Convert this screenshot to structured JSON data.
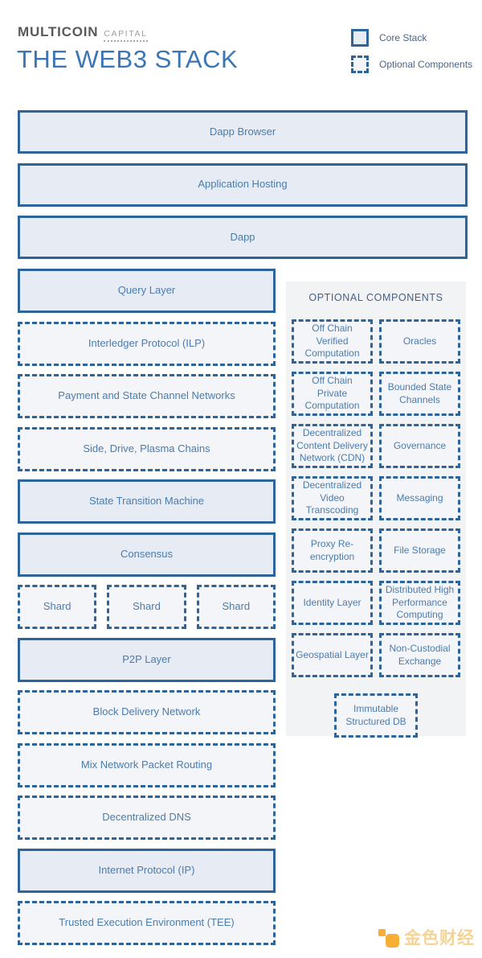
{
  "header": {
    "brand": "MULTICOIN",
    "brand_suffix": "CAPITAL",
    "title": "THE WEB3 STACK",
    "legend": {
      "core": "Core Stack",
      "optional": "Optional Components"
    }
  },
  "colors": {
    "border_blue": "#2d6499",
    "solid_fill": "#e6ebf4",
    "dashed_fill": "#f4f5f8",
    "panel_bg": "#f2f3f4",
    "box_text": "#4b7cae",
    "title_blue": "#3a76b5",
    "watermark_orange": "#f7a823"
  },
  "stack": {
    "top": [
      {
        "label": "Dapp Browser",
        "style": "solid"
      },
      {
        "label": "Application Hosting",
        "style": "solid"
      },
      {
        "label": "Dapp",
        "style": "solid"
      }
    ],
    "left": [
      {
        "label": "Query Layer",
        "style": "solid"
      },
      {
        "label": "Interledger Protocol (ILP)",
        "style": "dashed"
      },
      {
        "label": "Payment and State Channel Networks",
        "style": "dashed"
      },
      {
        "label": "Side, Drive, Plasma Chains",
        "style": "dashed"
      },
      {
        "label": "State Transition Machine",
        "style": "solid"
      },
      {
        "label": "Consensus",
        "style": "solid"
      },
      {
        "label": "P2P Layer",
        "style": "solid"
      },
      {
        "label": "Block Delivery Network",
        "style": "dashed"
      },
      {
        "label": "Mix Network Packet Routing",
        "style": "dashed"
      },
      {
        "label": "Decentralized DNS",
        "style": "dashed"
      },
      {
        "label": "Internet Protocol (IP)",
        "style": "solid"
      },
      {
        "label": "Trusted Execution Environment (TEE)",
        "style": "dashed"
      }
    ],
    "shards": [
      "Shard",
      "Shard",
      "Shard"
    ]
  },
  "optional_panel": {
    "title": "OPTIONAL COMPONENTS",
    "rows": [
      [
        "Off Chain Verified Computation",
        "Oracles"
      ],
      [
        "Off Chain Private Computation",
        "Bounded State Channels"
      ],
      [
        "Decentralized Content Delivery Network (CDN)",
        "Governance"
      ],
      [
        "Decentralized Video Transcoding",
        "Messaging"
      ],
      [
        "Proxy Re-encryption",
        "File Storage"
      ],
      [
        "Identity Layer",
        "Distributed High Performance Computing"
      ],
      [
        "Geospatial Layer",
        "Non-Custodial Exchange"
      ]
    ],
    "footer": "Immutable Structured DB"
  },
  "watermark": {
    "text": "金色财经"
  }
}
